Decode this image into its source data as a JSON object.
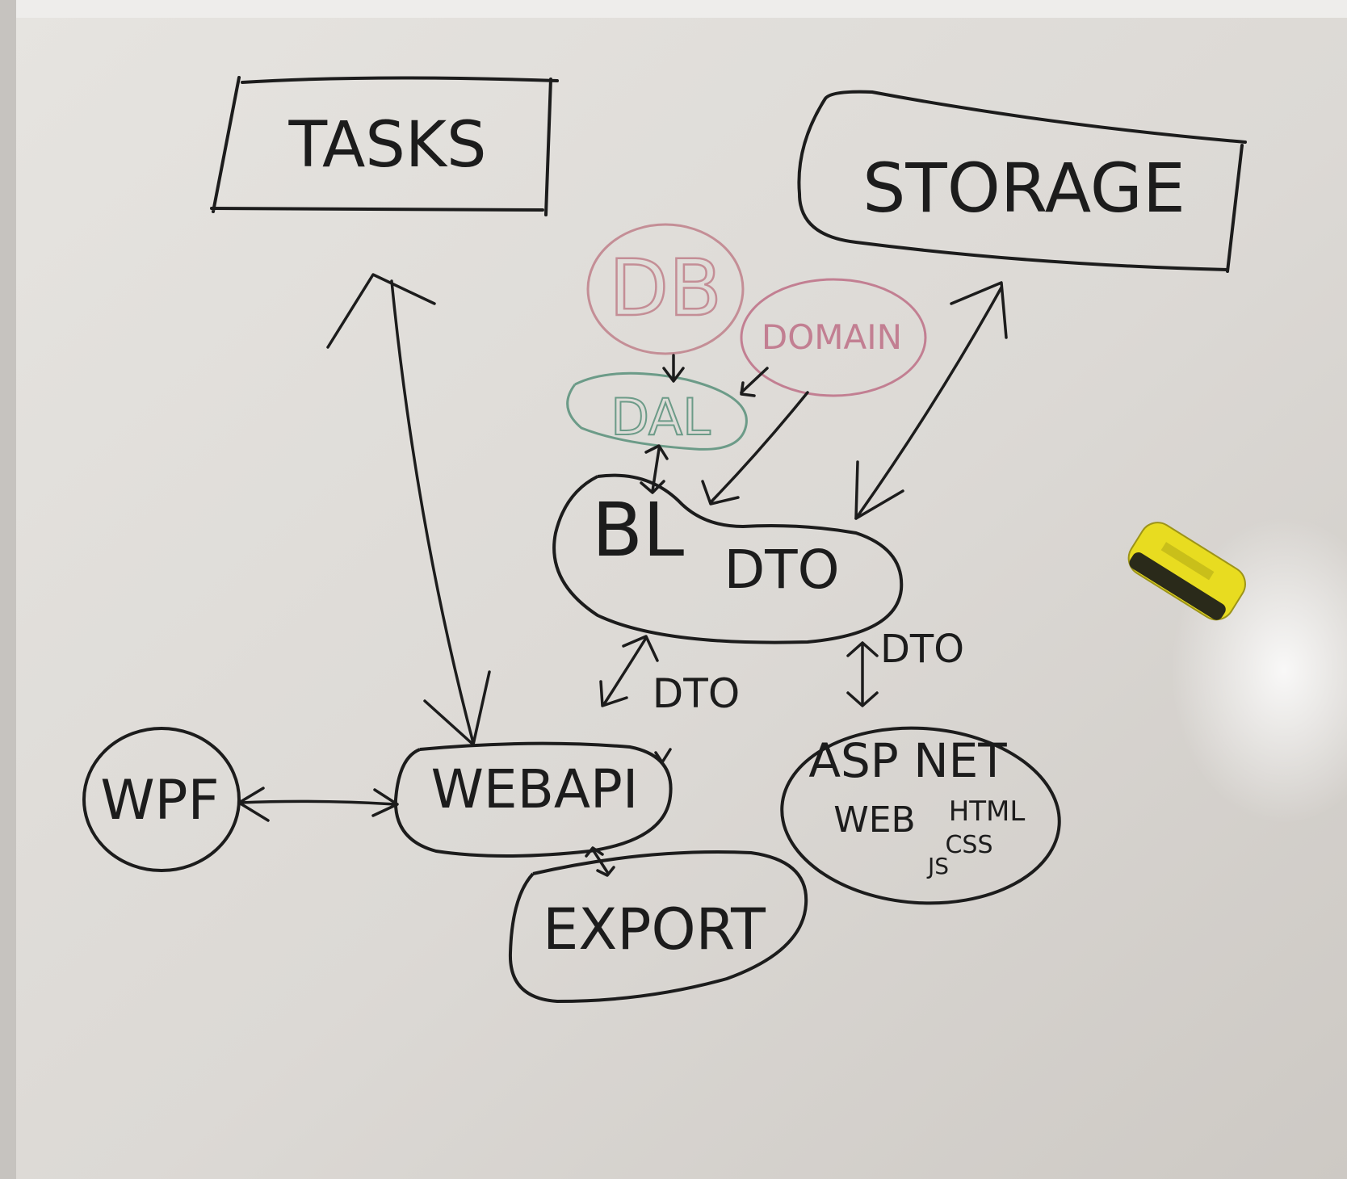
{
  "colors": {
    "ink": "#1c1c1c",
    "db_ink": "#c48e96",
    "domain_ink": "#c27f92",
    "dal_ink": "#6c9b88",
    "eraser_yellow": "#e8dc20"
  },
  "nodes": {
    "tasks": "TASKS",
    "storage": "STORAGE",
    "db": "DB",
    "domain": "DOMAIN",
    "dal": "DAL",
    "bl": "BL",
    "bl_dto": "DTO",
    "wpf": "WPF",
    "webapi": "WEBAPI",
    "export": "EXPORT",
    "aspnet": "ASP NET",
    "aspnet_web": "WEB",
    "aspnet_html": "HTML",
    "aspnet_css": "CSS",
    "aspnet_js": "JS"
  },
  "edges": {
    "webapi_bl_label": "DTO",
    "aspnet_bl_label": "DTO"
  }
}
